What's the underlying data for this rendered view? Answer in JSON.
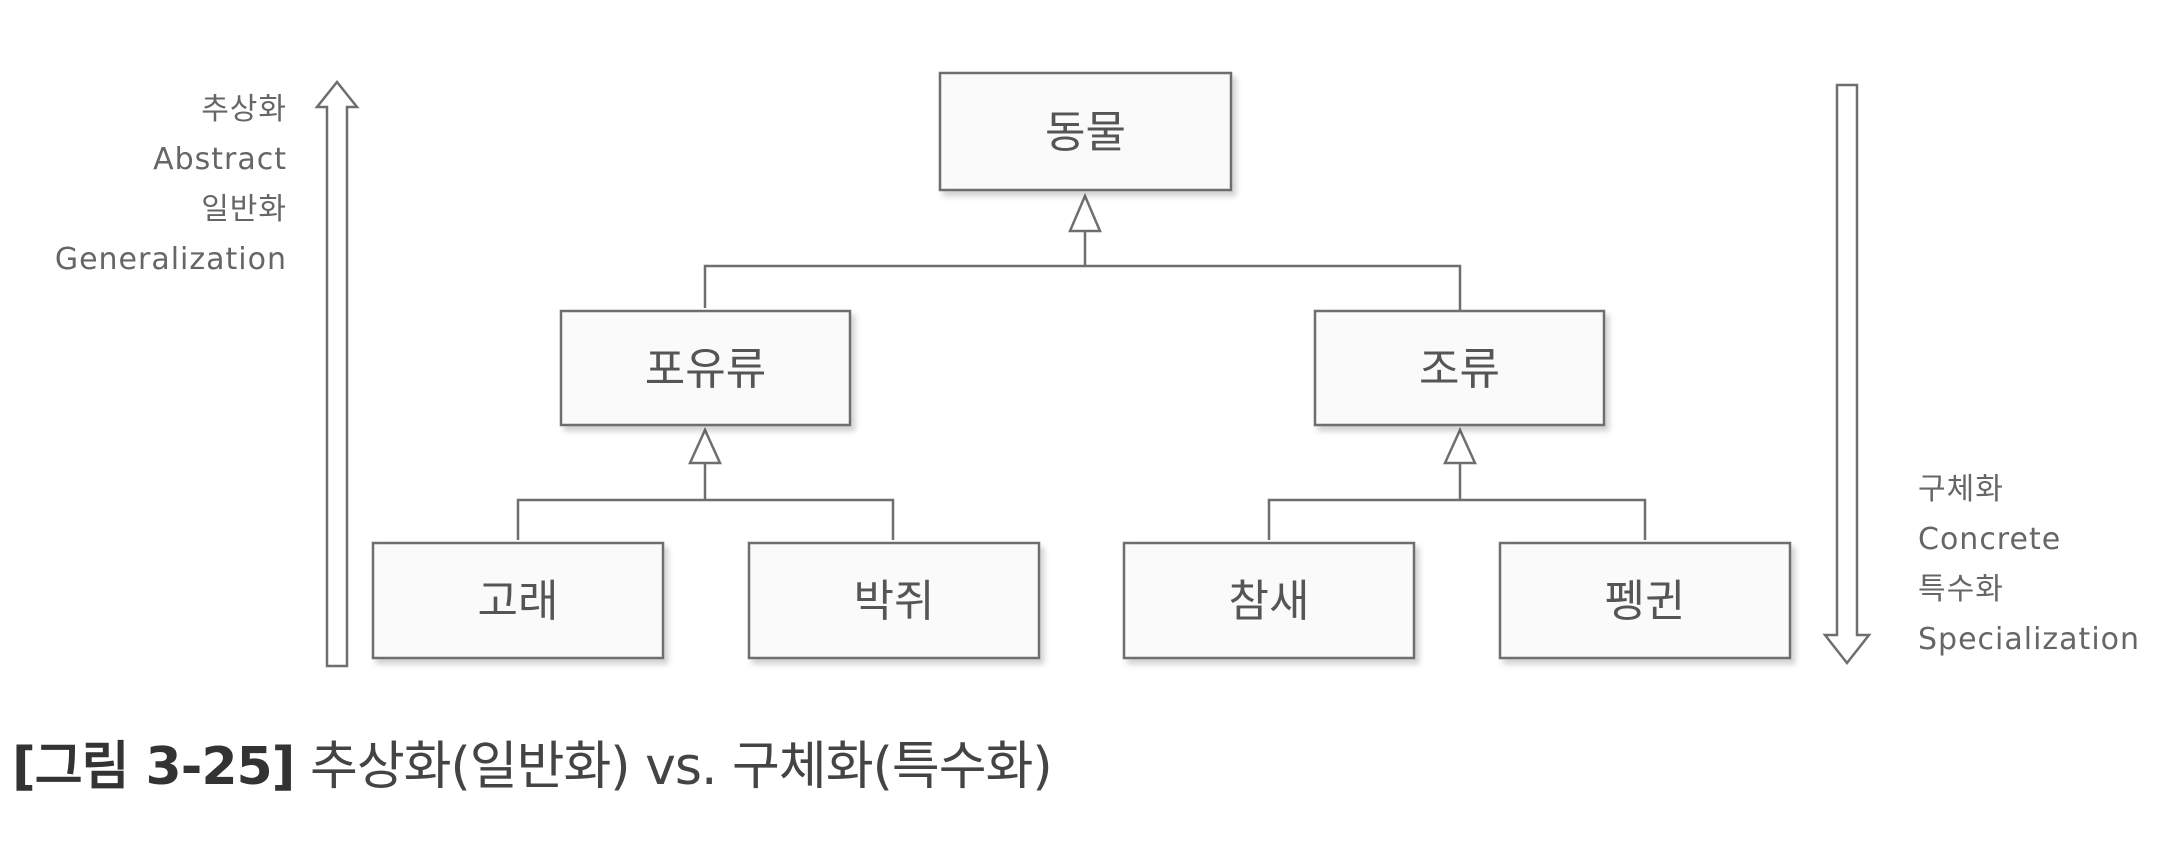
{
  "left_label": {
    "lines": [
      "추상화",
      "Abstract",
      "일반화",
      "Generalization"
    ]
  },
  "right_label": {
    "lines": [
      "구체화",
      "Concrete",
      "특수화",
      "Specialization"
    ]
  },
  "nodes": {
    "animal": "동물",
    "mammal": "포유류",
    "bird": "조류",
    "whale": "고래",
    "bat": "박쥐",
    "sparrow": "참새",
    "penguin": "펭귄"
  },
  "caption": {
    "figure_number": "[그림 3-25]",
    "title": "추상화(일반화) vs. 구체화(특수화)"
  },
  "colors": {
    "box_fill": "#fafafa",
    "box_border": "#6e6e6e",
    "line": "#6e6e6e",
    "text": "#555555"
  }
}
